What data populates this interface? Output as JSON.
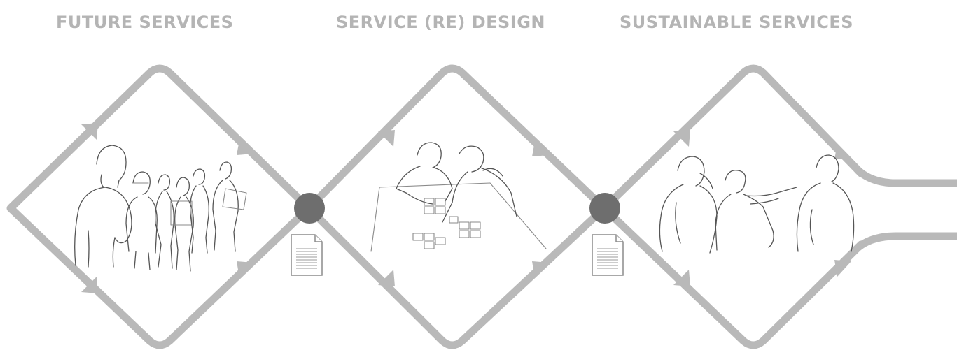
{
  "phases": [
    {
      "title": "FUTURE SERVICES",
      "illustration": "group-of-people-standing"
    },
    {
      "title": "SERVICE (RE) DESIGN",
      "illustration": "two-people-arranging-cards-on-table"
    },
    {
      "title": "SUSTAINABLE SERVICES",
      "illustration": "three-people-pointing"
    }
  ],
  "connectors": [
    {
      "node": "gray-dot",
      "icon": "document-icon"
    },
    {
      "node": "gray-dot",
      "icon": "document-icon"
    }
  ],
  "colors": {
    "title_text": "#b4b4b4",
    "path_line": "#b9b9b9",
    "node": "#6e6e6e",
    "sketch": "#555555"
  }
}
